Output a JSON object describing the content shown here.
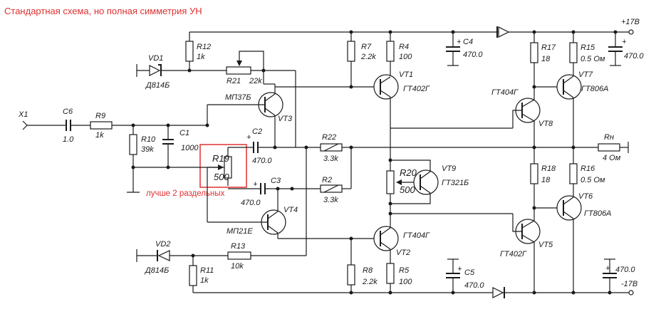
{
  "title": "Стандартная схема, но полная симметрия УН",
  "note": "лучше 2 раздельных",
  "colors": {
    "annotation": "#e03030",
    "line": "#1a1a1a",
    "background": "#ffffff"
  },
  "rails": {
    "plus": "+17В",
    "minus": "-17В"
  },
  "input": {
    "label": "X1"
  },
  "components": {
    "C6": {
      "ref": "C6",
      "value": "1.0"
    },
    "R9": {
      "ref": "R9",
      "value": "1k"
    },
    "R10": {
      "ref": "R10",
      "value": "39k"
    },
    "C1": {
      "ref": "C1",
      "value": "1000"
    },
    "R12": {
      "ref": "R12",
      "value": "1k"
    },
    "VD1": {
      "ref": "VD1",
      "value": "Д814Б"
    },
    "R21": {
      "ref": "R21",
      "value": "22k"
    },
    "VT3": {
      "ref": "VT3",
      "type": "МП37Б"
    },
    "C2": {
      "ref": "C2",
      "value": "470.0"
    },
    "R19": {
      "ref": "R19",
      "value": "500"
    },
    "C3": {
      "ref": "C3",
      "value": "470.0"
    },
    "VT4": {
      "ref": "VT4",
      "type": "МП21Е"
    },
    "VD2": {
      "ref": "VD2",
      "value": "Д814Б"
    },
    "R13": {
      "ref": "R13",
      "value": "10k"
    },
    "R11": {
      "ref": "R11",
      "value": "1k"
    },
    "R7": {
      "ref": "R7",
      "value": "2.2k"
    },
    "R4": {
      "ref": "R4",
      "value": "100"
    },
    "VT1": {
      "ref": "VT1",
      "type": "ГТ402Г"
    },
    "C4": {
      "ref": "C4",
      "value": "470.0"
    },
    "R22": {
      "ref": "R22",
      "value": "3.3k"
    },
    "R2": {
      "ref": "R2",
      "value": "3.3k"
    },
    "R20": {
      "ref": "R20",
      "value": "500"
    },
    "VT9": {
      "ref": "VT9",
      "type": "ГТ321Б"
    },
    "VT2": {
      "ref": "VT2",
      "type": "ГТ404Г"
    },
    "R8": {
      "ref": "R8",
      "value": "2.2k"
    },
    "R5": {
      "ref": "R5",
      "value": "100"
    },
    "C5": {
      "ref": "C5",
      "value": "470.0"
    },
    "R17": {
      "ref": "R17",
      "value": "18"
    },
    "R15": {
      "ref": "R15",
      "value": "0.5 Ом"
    },
    "VT7": {
      "ref": "VT7",
      "type": "ГТ806А"
    },
    "VT8": {
      "ref": "VT8",
      "type": "ГТ404Г"
    },
    "Rn": {
      "ref": "Rн",
      "value": "4 Ом"
    },
    "R18": {
      "ref": "R18",
      "value": "18"
    },
    "R16": {
      "ref": "R16",
      "value": "0.5 Ом"
    },
    "VT6": {
      "ref": "VT6",
      "type": "ГТ806А"
    },
    "VT5": {
      "ref": "VT5",
      "type": "ГТ402Г"
    },
    "Cp": {
      "value": "470.0"
    },
    "Cm": {
      "value": "470.0"
    }
  },
  "plus_sign": "+"
}
